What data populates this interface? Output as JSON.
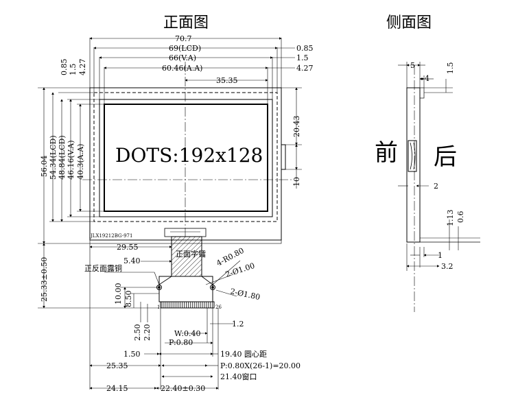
{
  "titles": {
    "front": "正面图",
    "side": "侧面图"
  },
  "display_text": "DOTS:192x128",
  "part_number": "JLX19212BG-971",
  "tail_label": "正面字镭",
  "side_labels": {
    "front": "前",
    "back": "后"
  },
  "notes": {
    "copper": "正反面露铜"
  },
  "pins": {
    "first": "1",
    "last": "26"
  },
  "top_dims": {
    "overall": "70.7",
    "lcd": "69(LCD)",
    "va": "66(V.A)",
    "aa": "60.46(A.A)",
    "aa_offset": "35.35",
    "r085": "0.85",
    "r15": "1.5",
    "r427": "4.27"
  },
  "left_dims": {
    "overall": "56.04",
    "lcd": "54.34(LCD)",
    "lcd2": "48.84(LCD)",
    "va": "46.16(V.A)",
    "aa": "40.3(A.A)",
    "v085": "0.85",
    "v15": "1.5",
    "v427": "4.27"
  },
  "right_dims": {
    "d2043": "20.43",
    "d10": "10"
  },
  "tail_dims": {
    "d2533": "25.33±0.50",
    "d2955": "29.55",
    "d540": "5.40",
    "r080": "4-R0.80",
    "hole100": "2-Ø1.00",
    "hole180": "2-Ø1.80",
    "d1000": "10.00",
    "d850": "8.50",
    "d250": "2.50",
    "d220": "2.20",
    "d12": "1.2",
    "w040": "W:0.40",
    "p080": "P:0.80",
    "d150": "1.50",
    "d1940": "19.40 圆心距",
    "d2535": "25.35",
    "pitch": "P:0.80X(26-1)=20.00",
    "d2140": "21.40窗口",
    "d2415": "24.15",
    "d2240": "22.40±0.30"
  },
  "side_dims": {
    "s5": "5",
    "s4": "4",
    "s15": "1.5",
    "s2": "2",
    "s113": "1.13",
    "s06": "0.6",
    "s1": "1",
    "s32": "3.2"
  }
}
